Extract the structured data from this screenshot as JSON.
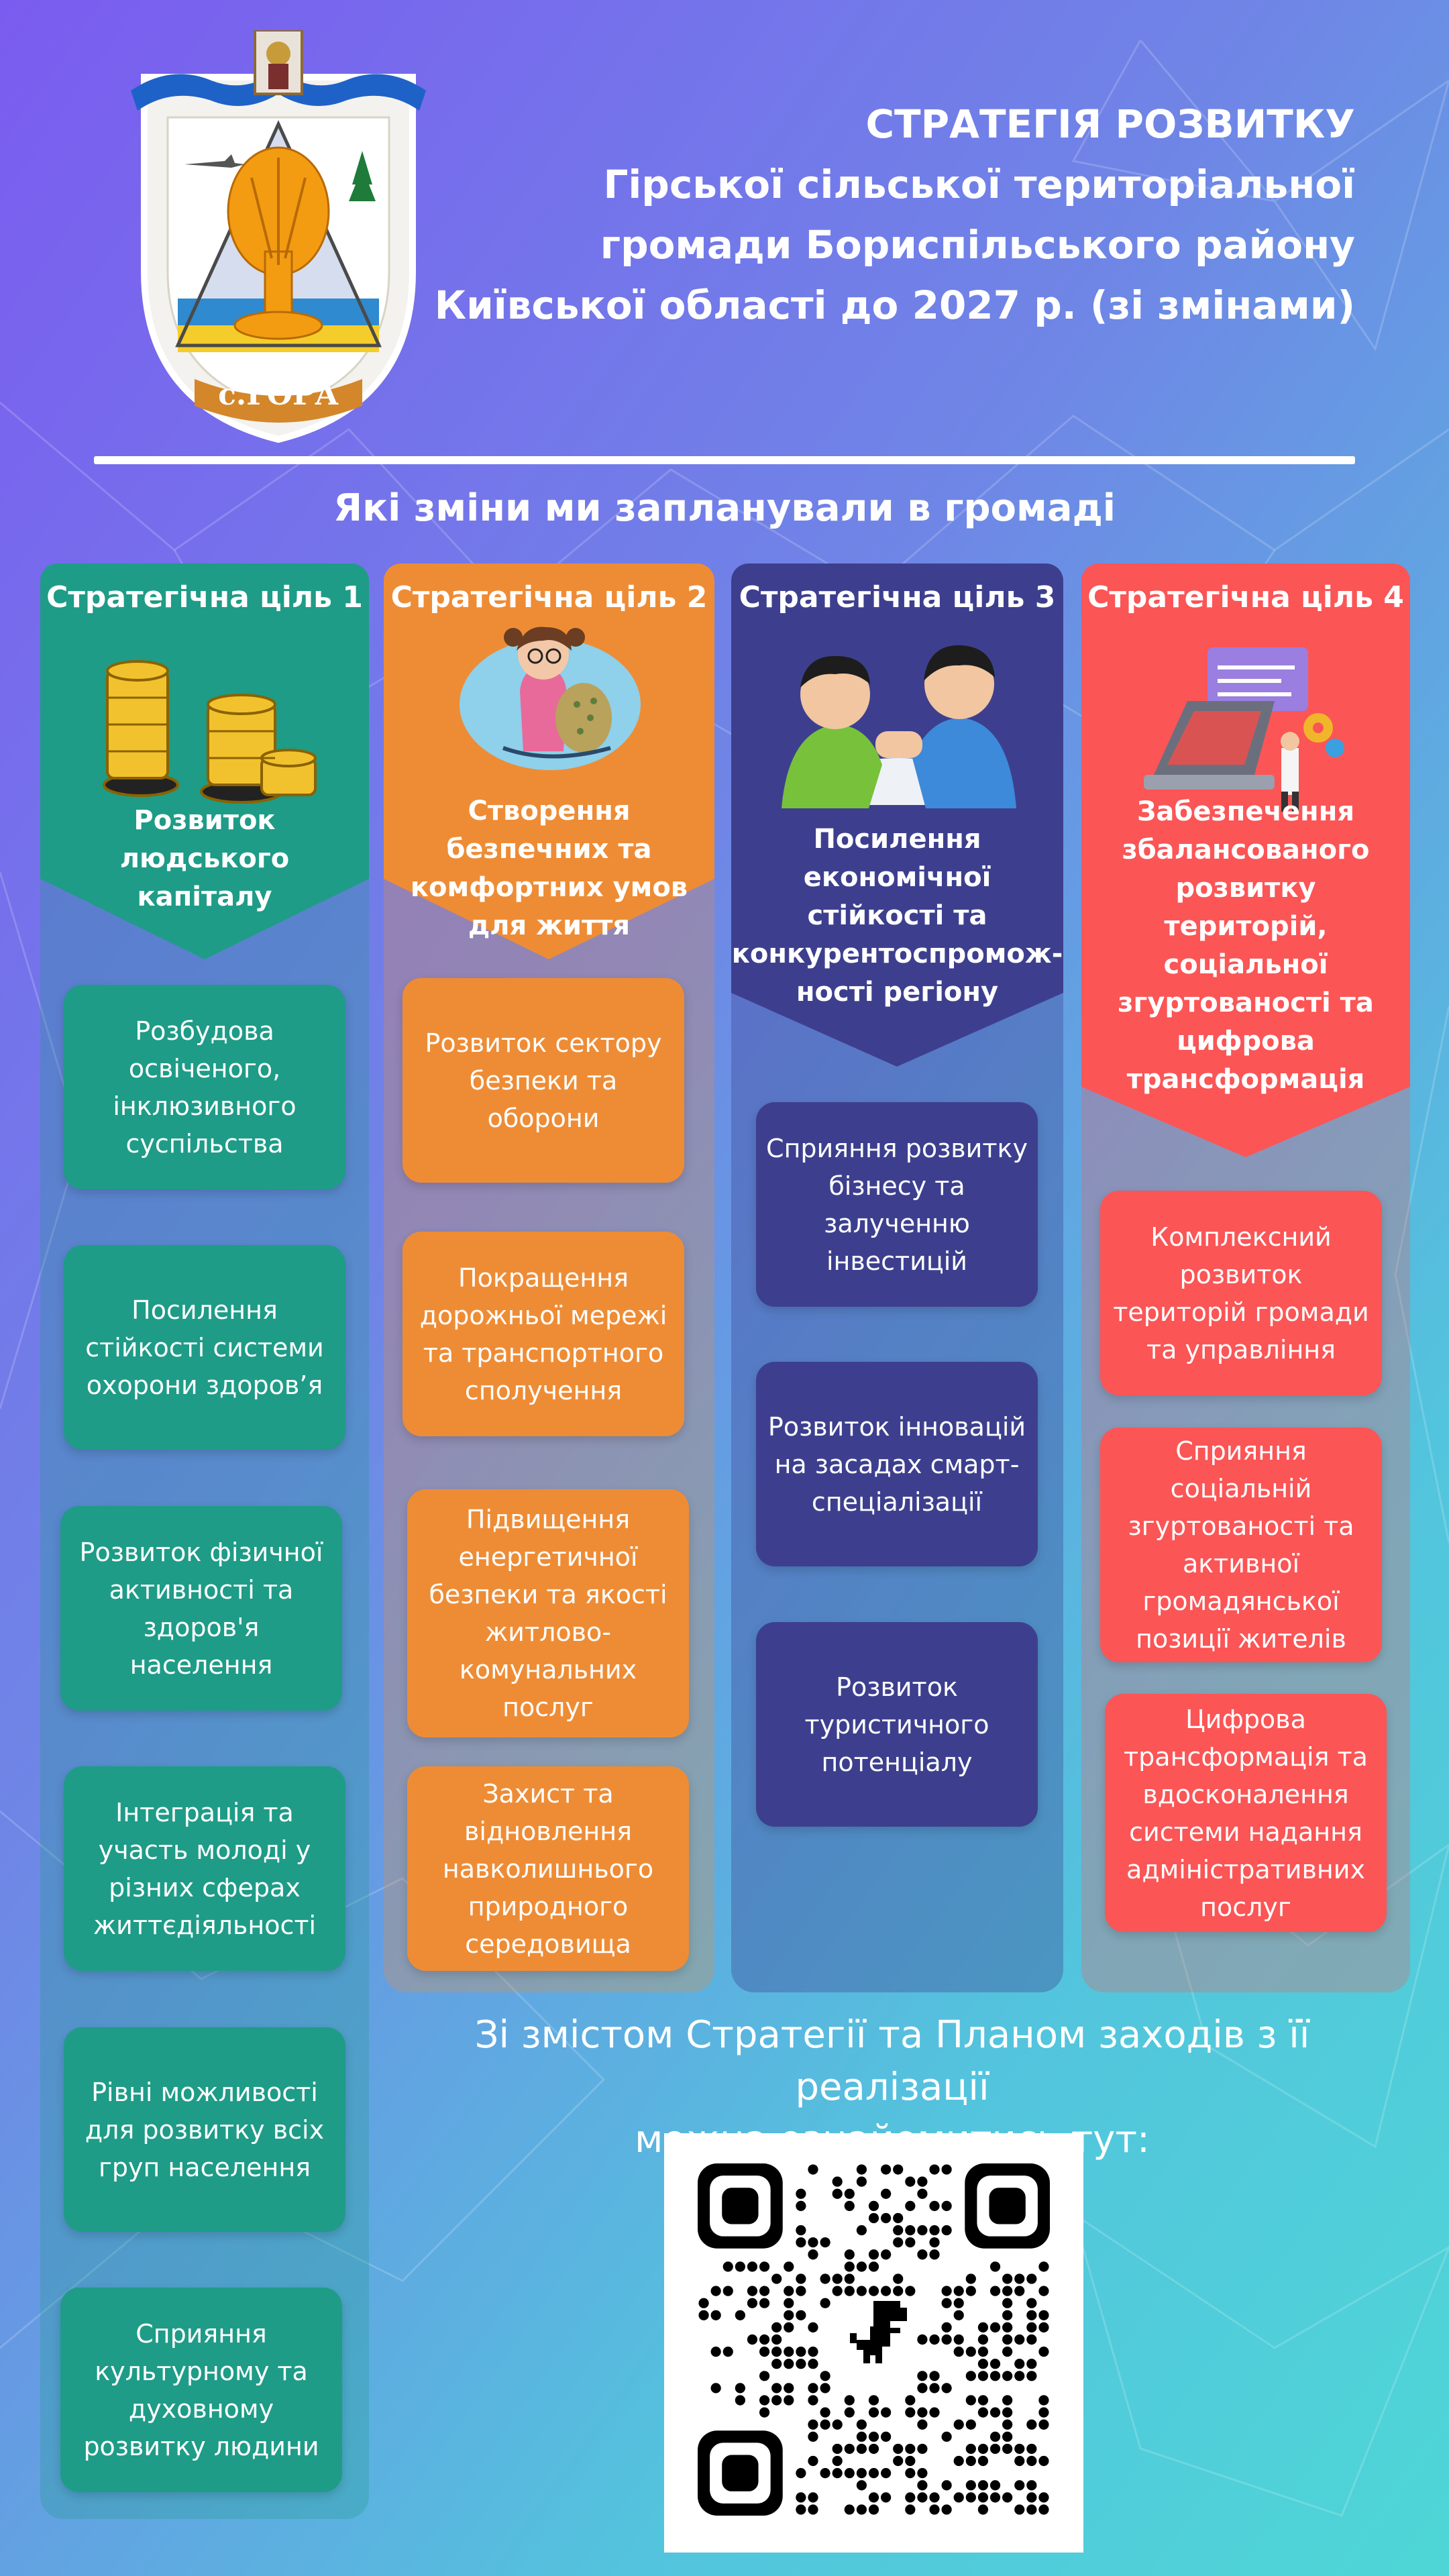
{
  "header": {
    "title_lines": [
      "СТРАТЕГІЯ РОЗВИТКУ",
      "Гірської сільської територіальної",
      "громади Бориспільського району",
      "Київської області до 2027 р. (зі змінами)"
    ],
    "crest_text": "с.ГОРА"
  },
  "question": "Які зміни ми запланували в громаді",
  "goals": [
    {
      "tag": "Стратегічна ціль 1",
      "name": "Розвиток людського капіталу",
      "color": "#1e9c87",
      "items": [
        "Розбудова освіченого, інклюзивного суспільства",
        "Посилення стійкості системи охорони здоров’я",
        "Розвиток фізичної активності та здоров'я населення",
        "Інтеграція та участь молоді у різних сферах життєдіяльності",
        "Рівні можливості для розвитку всіх груп населення",
        "Сприяння культурному та духовному розвитку людини"
      ]
    },
    {
      "tag": "Стратегічна ціль 2",
      "name": "Створення безпечних та комфортних умов для життя",
      "color": "#ee8c35",
      "items": [
        "Розвиток сектору безпеки та оборони",
        "Покращення дорожньої мережі та транспортного сполучення",
        "Підвищення енергетичної безпеки та якості житлово-комунальних послуг",
        "Захист та відновлення навколишнього природного середовища"
      ]
    },
    {
      "tag": "Стратегічна ціль 3",
      "name": "Посилення економічної стійкості та конкурентоспромож-ності регіону",
      "color": "#3d3f8e",
      "items": [
        "Сприяння розвитку бізнесу та залученню інвестицій",
        "Розвиток інновацій на засадах смарт-спеціалізації",
        "Розвиток туристичного потенціалу"
      ]
    },
    {
      "tag": "Стратегічна ціль 4",
      "name": "Забезпечення збалансованого розвитку територій, соціальної згуртованості та цифрова трансформація",
      "color": "#fb5556",
      "items": [
        "Комплексний розвиток територій громади та управління",
        "Сприяння соціальній згуртованості та активної громадянської позиції жителів",
        "Цифрова трансформація та вдосконалення системи надання адміністративних послуг"
      ]
    }
  ],
  "footer": {
    "info_line1": "Зі змістом Стратегії та Планом заходів з її реалізації",
    "info_line2": "можна ознайомитись тут:"
  }
}
